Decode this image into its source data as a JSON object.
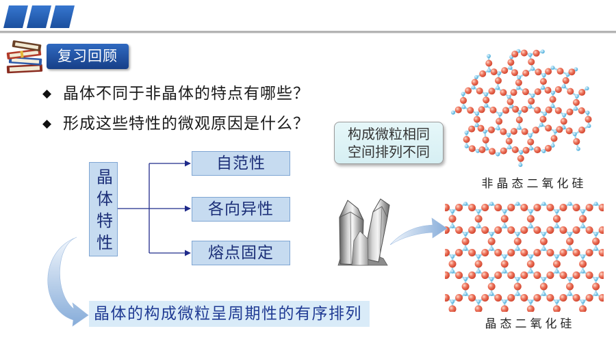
{
  "slide": {
    "header_icon": "stripes-icon",
    "colors": {
      "accent": "#1f5aa8",
      "rule": "#b4b4b4",
      "box_fill": "#c6dbf0",
      "box_border": "#7ea5d3",
      "box_text": "#1c2f78",
      "connector": "#1f2a8a",
      "conclusion_fill": "#d9ebf8",
      "conclusion_text": "#1f3a93",
      "callout_fill": "#d6eff3",
      "atom_red": "#ee7760",
      "atom_blue": "#3fa6d8",
      "bond": "#a3d8ec"
    }
  },
  "section": {
    "icon": "books-icon",
    "title": "复习回顾"
  },
  "questions": [
    {
      "bullet": "◆",
      "text": "晶体不同于非晶体的特点有哪些？"
    },
    {
      "bullet": "◆",
      "text": "形成这些特性的微观原因是什么？"
    }
  ],
  "diagram": {
    "root": "晶体特性",
    "branches": [
      "自范性",
      "各向异性",
      "熔点固定"
    ],
    "conclusion": "晶体的构成微粒呈周期性的有序排列",
    "arrow_icon": "curved-arrow-icon"
  },
  "callout": {
    "lines": [
      "构成微粒相同",
      "空间排列不同"
    ]
  },
  "structures": {
    "amorphous": {
      "label": "非晶态二氧化硅"
    },
    "crystalline": {
      "label": "晶态二氧化硅"
    },
    "arrow_icon": "curved-arrow-icon"
  }
}
